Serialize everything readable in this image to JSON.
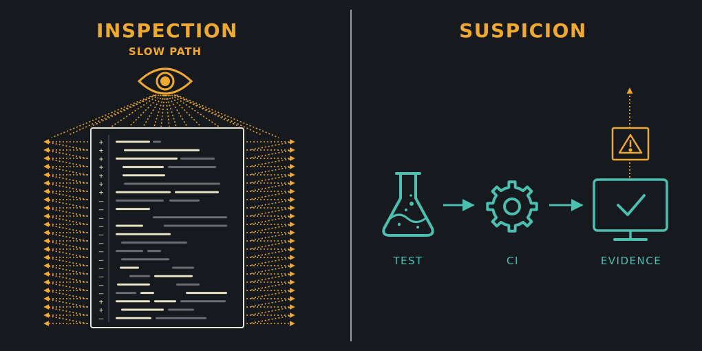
{
  "colors": {
    "background": "#16191d",
    "accent": "#f0a930",
    "teal": "#4bbfb0",
    "diff_text_light": "#e8e2c4",
    "diff_text_dim": "#6a6d70",
    "divider": "#c8c8c8"
  },
  "left_panel": {
    "title": "INSPECTION",
    "subtitle": "SLOW PATH",
    "icon": "eye-icon",
    "diff_markers": [
      "+",
      "+",
      "+",
      "+",
      "+",
      "+",
      "+",
      "–",
      "–",
      "–",
      "–",
      "–",
      "–",
      "–",
      "–",
      "–",
      "–",
      "–",
      "–",
      "+",
      "+",
      "–"
    ]
  },
  "right_panel": {
    "title": "SUSPICION",
    "steps": [
      {
        "label": "TEST",
        "icon": "flask-icon"
      },
      {
        "label": "CI",
        "icon": "gear-icon"
      },
      {
        "label": "EVIDENCE",
        "icon": "monitor-check-icon"
      }
    ],
    "alert_icon": "warning-icon"
  }
}
